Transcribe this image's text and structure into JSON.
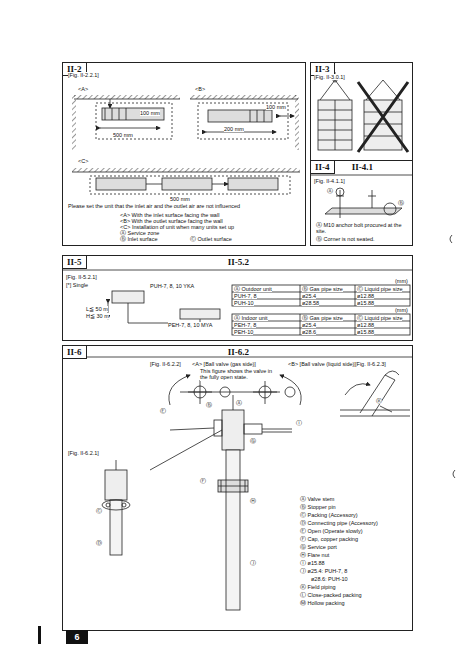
{
  "diagram": {
    "nodes": [
      {
        "text": [
          "II-2"
        ]
      },
      {
        "text": [
          "II-3"
        ]
      },
      {
        "text": [
          "II-4",
          "II-4.1"
        ]
      },
      {
        "text": [
          "II-5",
          "II-5.2"
        ]
      },
      {
        "text": [
          "II-6",
          "II-6.2"
        ]
      },
      {
        "text": [
          "6"
        ]
      }
    ],
    "labels": [
      "[Fig. II-2.2.1]",
      "<A>",
      "<B>",
      "100 mm",
      "500 mm",
      "100 mm",
      "200 mm",
      "<C>",
      "500 mm",
      "Please set the unit that the inlet air and the outlet air are not influenced",
      "<A> With the inlet surface facing the wall",
      "<B> With the outlet surface facing the wall",
      "<C> Installation of unit when many units set up",
      "Ⓐ Service zone",
      "Ⓑ Inlet surface",
      "Ⓒ Outlet surface",
      "[Fig. II-3.0.1]",
      "[Fig. II-4.1.1]",
      "Ⓐ",
      "Ⓑ",
      "Ⓐ M10 anchor bolt procured at the site.",
      "Ⓑ Corner is not seated.",
      "[Fig. II-5.2.1]",
      "[*] Single",
      "PUH-7, 8, 10 YKA",
      "PEH-7, 8, 10 MYA",
      "L≦ 50 m",
      "H≦ 30 m",
      "(mm)",
      "Ⓐ Outdoor unit",
      "Ⓑ Gas pipe size",
      "Ⓒ Liquid pipe size",
      "PUH-7, 8",
      "ø25.4",
      "ø12.88",
      "PUH-10",
      "ø28.58",
      "ø15.88",
      "(mm)",
      "Ⓐ Indoor unit",
      "Ⓑ Gas pipe size",
      "Ⓒ Liquid pipe size",
      "PEH-7, 8",
      "ø25.4",
      "ø12.88",
      "PEH-10",
      "ø28.6",
      "ø15.88",
      "[Fig. II-6.2.2]",
      "<A> [Ball valve (gas side)]",
      "This figure shows the valve in the fully open state.",
      "<B> [Ball valve (liquid side)]",
      "[Fig. II-6.2.3]",
      "[Fig. II-6.2.1]",
      "Ⓐ",
      "Ⓑ",
      "Ⓔ",
      "Ⓖ",
      "Ⓕ",
      "Ⓗ",
      "Ⓘ",
      "Ⓙ",
      "Ⓒ",
      "Ⓓ",
      "Ⓚ",
      "Ⓐ Valve stem",
      "Ⓑ Stopper pin",
      "Ⓒ Packing (Accessory)",
      "Ⓓ Connecting pipe (Accessory)",
      "Ⓔ Open (Operate slowly)",
      "Ⓕ Cap, copper packing",
      "Ⓖ Service port",
      "Ⓗ Flare nut",
      "Ⓘ ø15.88",
      "Ⓙ ø25.4: PUH-7, 8",
      "ø28.6: PUH-10",
      "Ⓚ Field piping",
      "Ⓛ Close-packed packing",
      "Ⓜ Hollow packing"
    ]
  }
}
